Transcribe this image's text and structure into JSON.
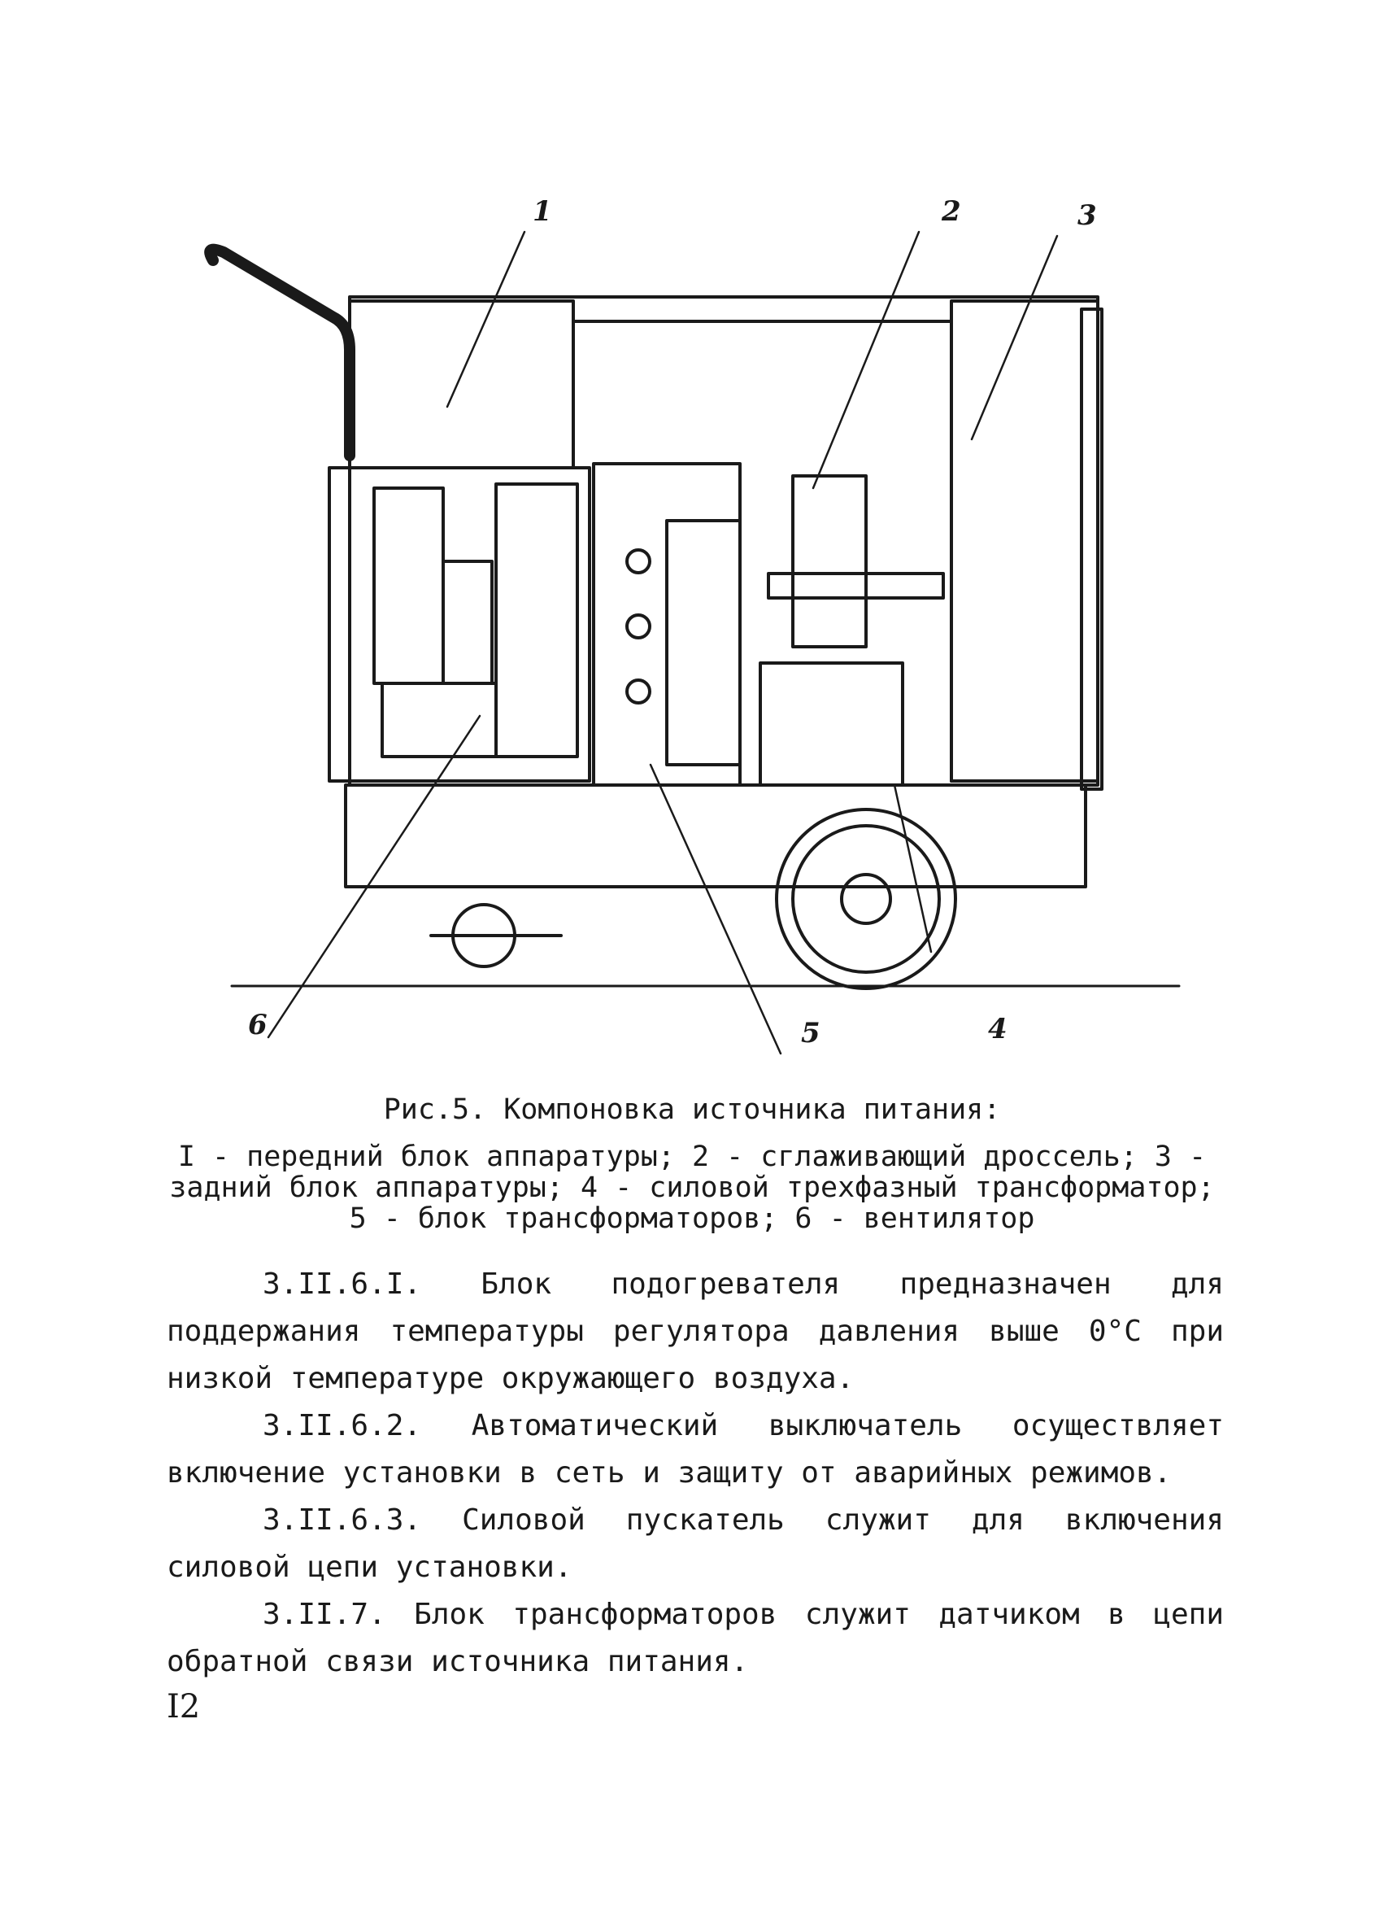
{
  "figure": {
    "callouts": [
      "1",
      "2",
      "3",
      "4",
      "5",
      "6"
    ]
  },
  "caption": {
    "title": "Рис.5. Компоновка источника питания:",
    "lines": [
      "I - передний блок аппаратуры; 2 - сглаживающий дроссель; 3 -",
      "задний блок аппаратуры; 4 - силовой трехфазный трансформатор;",
      "5 - блок трансформаторов; 6 - вентилятор"
    ]
  },
  "paragraphs": [
    "3.II.6.I. Блок подогревателя предназначен для поддержания температуры регулятора давления выше 0°С при низкой температуре окружающего воздуха.",
    "3.II.6.2. Автоматический выключатель осуществляет включение установки в сеть и защиту от аварийных режимов.",
    "3.II.6.3. Силовой пускатель служит для включения силовой цепи установки.",
    "3.II.7. Блок трансформаторов служит датчиком в цепи обратной связи источника питания."
  ],
  "page_number": "I2"
}
